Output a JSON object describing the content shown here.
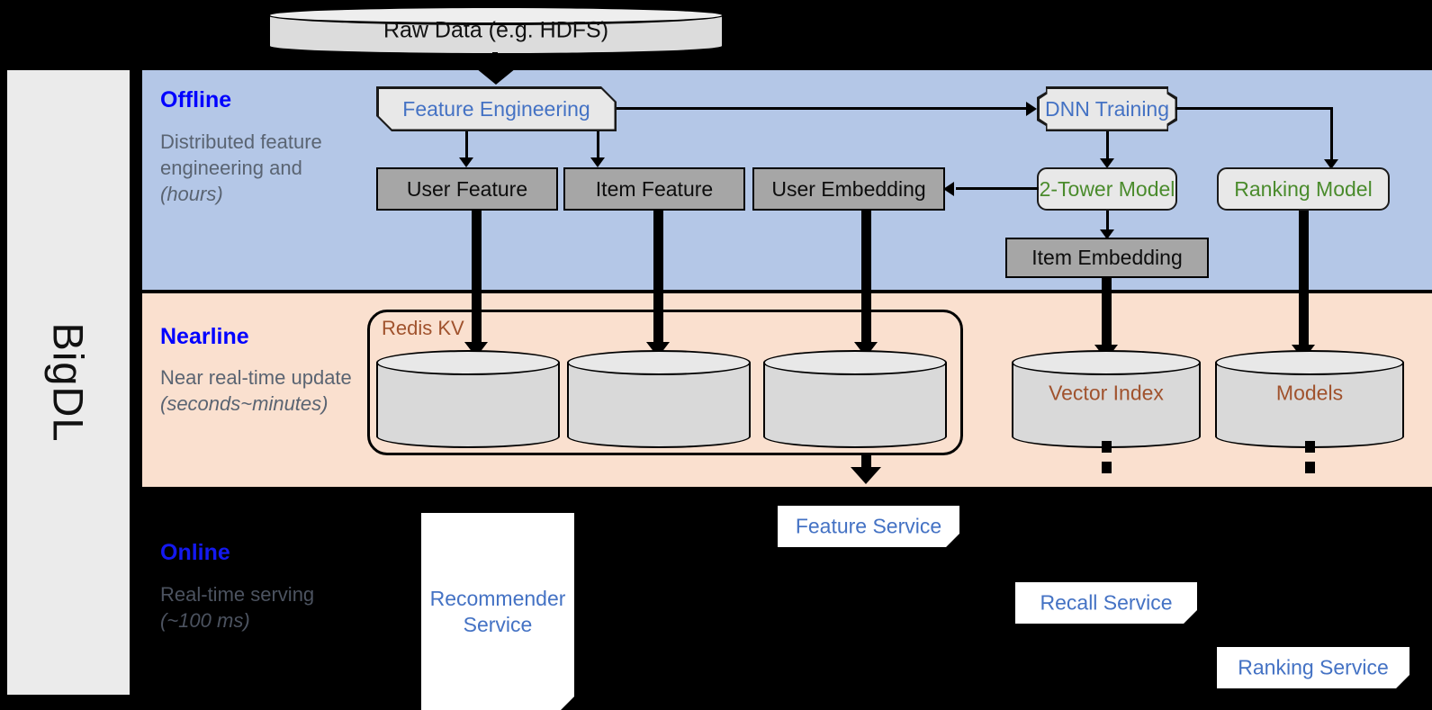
{
  "sidebar": {
    "label": "BigDL"
  },
  "bands": {
    "offline": {
      "title": "Offline",
      "subtitle": "Distributed feature engineering and ",
      "subtitle_italic": "(hours)",
      "color": "#b4c7e7"
    },
    "nearline": {
      "title": "Nearline",
      "subtitle": "Near real-time update ",
      "subtitle_italic": "(seconds~minutes)",
      "color": "#fae0cf"
    },
    "online": {
      "title": "Online",
      "subtitle": "Real-time serving ",
      "subtitle_italic": "(~100 ms)",
      "color": "#000000"
    }
  },
  "source": {
    "raw_data": "Raw Data (e.g. HDFS)"
  },
  "offline": {
    "feature_engineering": "Feature Engineering",
    "dnn_training": "DNN Training",
    "user_feature": "User Feature",
    "item_feature": "Item Feature",
    "user_embedding": "User Embedding",
    "two_tower_model": "2-Tower Model",
    "ranking_model": "Ranking Model",
    "item_embedding": "Item Embedding"
  },
  "nearline": {
    "redis_kv": "Redis KV",
    "vector_index": "Vector Index",
    "models": "Models"
  },
  "online": {
    "recommender_service": "Recommender Service",
    "feature_service": "Feature Service",
    "recall_service": "Recall Service",
    "ranking_service": "Ranking Service"
  },
  "colors": {
    "title_blue": "#0000ff",
    "text_blue": "#4472c4",
    "text_green": "#4a8b2c",
    "text_brown": "#a0522d",
    "gray_fill": "#a6a6a6",
    "offline_band": "#b4c7e7",
    "nearline_band": "#fae0cf"
  }
}
